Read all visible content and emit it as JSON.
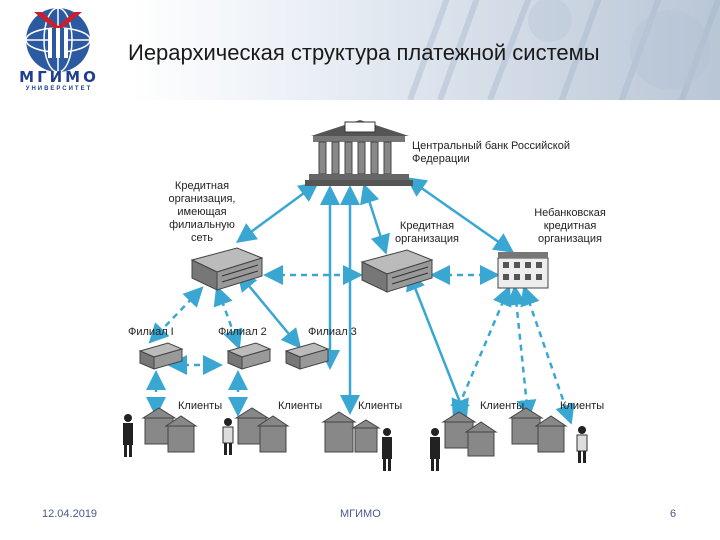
{
  "header": {
    "logo_text": "МГИМО",
    "logo_subtext": "УНИВЕРСИТЕТ",
    "title": "Иерархическая структура платежной системы",
    "accent": "#1f3f8f",
    "logo_red": "#c8202e"
  },
  "diagram": {
    "central_bank": "Центральный банк Российской Федерации",
    "credit_org_branches": "Кредитная организация, имеющая филиальную сеть",
    "credit_org": "Кредитная организация",
    "nonbank_credit_org": "Небанковская кредитная организация",
    "branch_1": "Филиал I",
    "branch_2": "Филиал 2",
    "branch_3": "Филиал 3",
    "clients_1": "Клиенты",
    "clients_2": "Клиенты",
    "clients_3": "Клиенты",
    "clients_4": "Клиенты",
    "clients_5": "Клиенты",
    "arrow_color": "#3aa7d3",
    "icons": [
      "bank-building-icon",
      "office-building-icon",
      "branch-building-icon",
      "house-icon",
      "person-icon"
    ]
  },
  "footer": {
    "date": "12.04.2019",
    "org": "МГИМО",
    "page": "6"
  }
}
